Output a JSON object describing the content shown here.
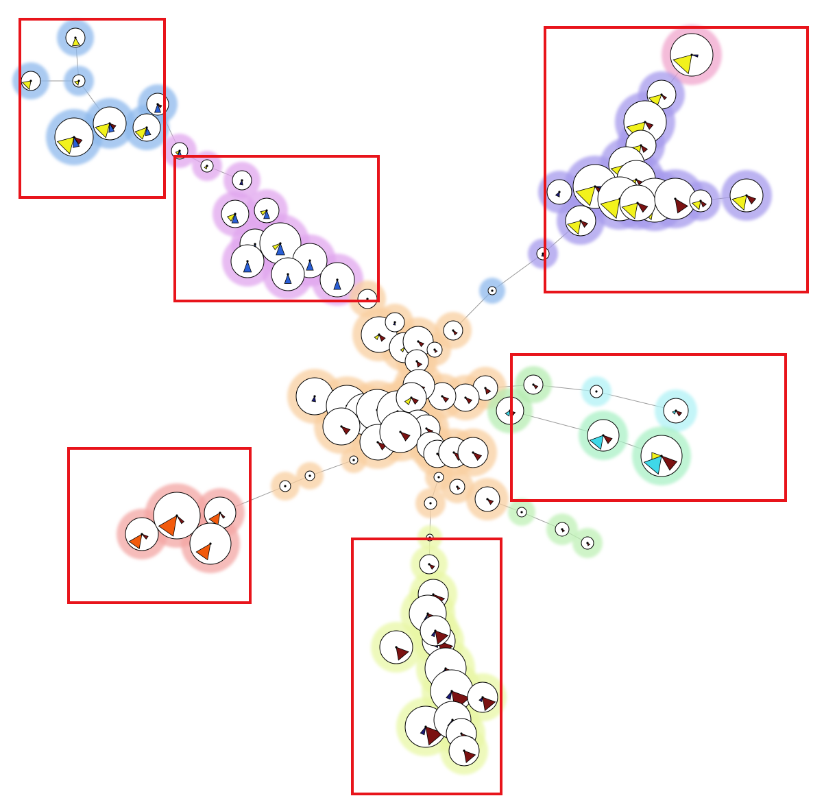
{
  "colors": {
    "background": "#ffffff",
    "edge": "#9a9a9a",
    "node_fill": "#ffffff",
    "node_stroke": "#000000",
    "highlight_box": "#e8141b",
    "slice_yellow": "#f2f21c",
    "slice_darkred": "#7b1212",
    "slice_blue": "#2a5fd6",
    "slice_navy": "#1a1a7a",
    "slice_cyan": "#3fd8e8",
    "slice_orange": "#f25a0c"
  },
  "clusters": [
    {
      "id": "top-left",
      "halo": "#8db8ec"
    },
    {
      "id": "upper-middle",
      "halo": "#e0a6ee"
    },
    {
      "id": "top-right",
      "halo": "#a699ec"
    },
    {
      "id": "top-right-tip",
      "halo": "#f0a6cc"
    },
    {
      "id": "center",
      "halo": "#f8cfa0"
    },
    {
      "id": "right-middle",
      "halo": "#b5ecb2"
    },
    {
      "id": "right-lower",
      "halo": "#a9f0c5"
    },
    {
      "id": "right-tip",
      "halo": "#b0f2f6"
    },
    {
      "id": "left-lower",
      "halo": "#f3a5a3"
    },
    {
      "id": "bottom",
      "halo": "#e8f7a6"
    },
    {
      "id": "right-chain",
      "halo": "#bff0b5"
    }
  ]
}
